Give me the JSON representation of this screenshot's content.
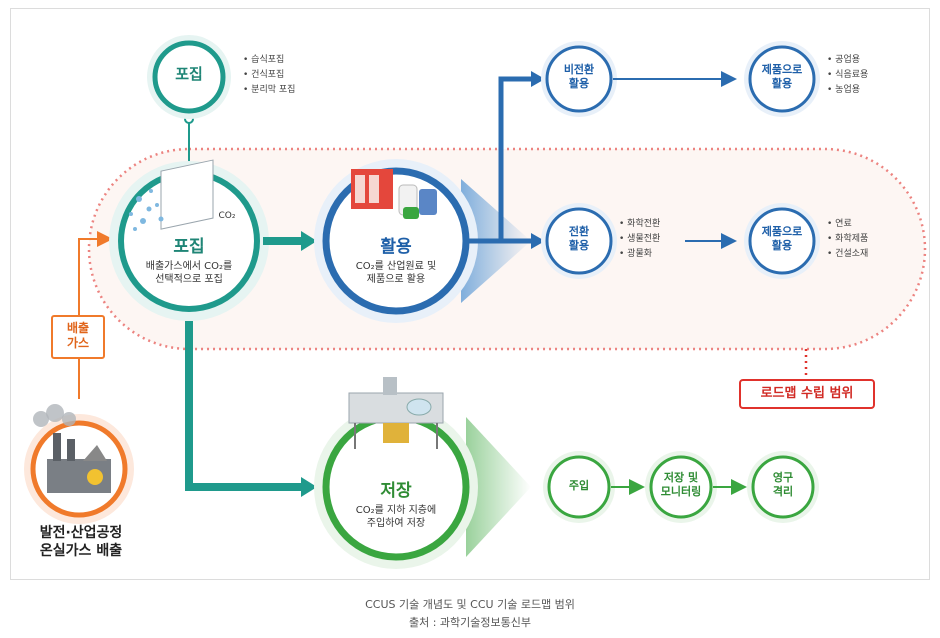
{
  "capture_top": {
    "title": "포집",
    "bullets": [
      "습식포집",
      "건식포집",
      "분리막 포집"
    ]
  },
  "capture_main": {
    "title": "포집",
    "desc_line1": "배출가스에서 CO₂를",
    "desc_line2": "선택적으로 포집",
    "co2_label": "CO₂"
  },
  "utilization": {
    "title": "활용",
    "desc_line1": "CO₂를 산업원료 및",
    "desc_line2": "제품으로 활용"
  },
  "storage": {
    "title": "저장",
    "desc_line1": "CO₂를 지하 지층에",
    "desc_line2": "주입하여 저장"
  },
  "non_conversion": {
    "line1": "비전환",
    "line2": "활용"
  },
  "product_a": {
    "line1": "제품으로",
    "line2": "활용",
    "bullets": [
      "공업용",
      "식음료용",
      "농업용"
    ]
  },
  "conversion": {
    "line1": "전환",
    "line2": "활용",
    "bullets": [
      "화학전환",
      "생물전환",
      "광물화"
    ]
  },
  "product_b": {
    "line1": "제품으로",
    "line2": "활용",
    "bullets": [
      "연료",
      "화학제품",
      "건설소재"
    ]
  },
  "storage_steps": [
    {
      "line1": "주입",
      "line2": ""
    },
    {
      "line1": "저장 및",
      "line2": "모니터링"
    },
    {
      "line1": "영구",
      "line2": "격리"
    }
  ],
  "emission_tag": {
    "line1": "배출",
    "line2": "가스"
  },
  "source": {
    "line1": "발전·산업공정",
    "line2": "온실가스 배출"
  },
  "roadmap_label": "로드맵 수립 범위",
  "caption_line1": "CCUS 기술 개념도 및 CCU 기술 로드맵 범위",
  "caption_line2": "출처 : 과학기술정보통신부",
  "colors": {
    "teal": "#1f9a8c",
    "blue": "#2b6cb0",
    "green": "#3aa640",
    "orange": "#f07a2b",
    "red": "#e0322c"
  }
}
